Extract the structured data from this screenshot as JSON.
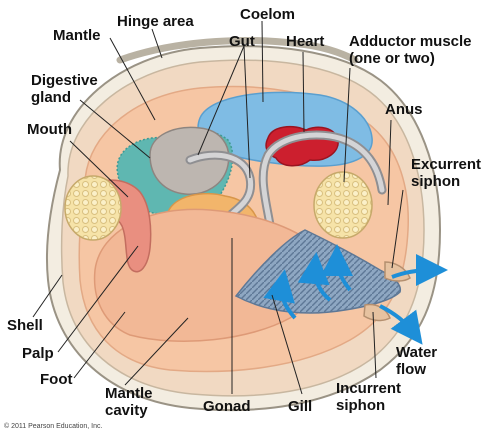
{
  "figure": {
    "copyright": "© 2011 Pearson Education, Inc.",
    "labels": {
      "hinge_area": "Hinge area",
      "coelom": "Coelom",
      "mantle": "Mantle",
      "gut": "Gut",
      "heart": "Heart",
      "adductor_muscle": "Adductor muscle\n(one or two)",
      "digestive_gland": "Digestive\ngland",
      "anus": "Anus",
      "mouth": "Mouth",
      "excurrent_siphon": "Excurrent\nsiphon",
      "shell": "Shell",
      "palp": "Palp",
      "foot": "Foot",
      "water_flow": "Water\nflow",
      "mantle_cavity": "Mantle\ncavity",
      "gonad": "Gonad",
      "gill": "Gill",
      "incurrent_siphon": "Incurrent\nsiphon"
    }
  }
}
